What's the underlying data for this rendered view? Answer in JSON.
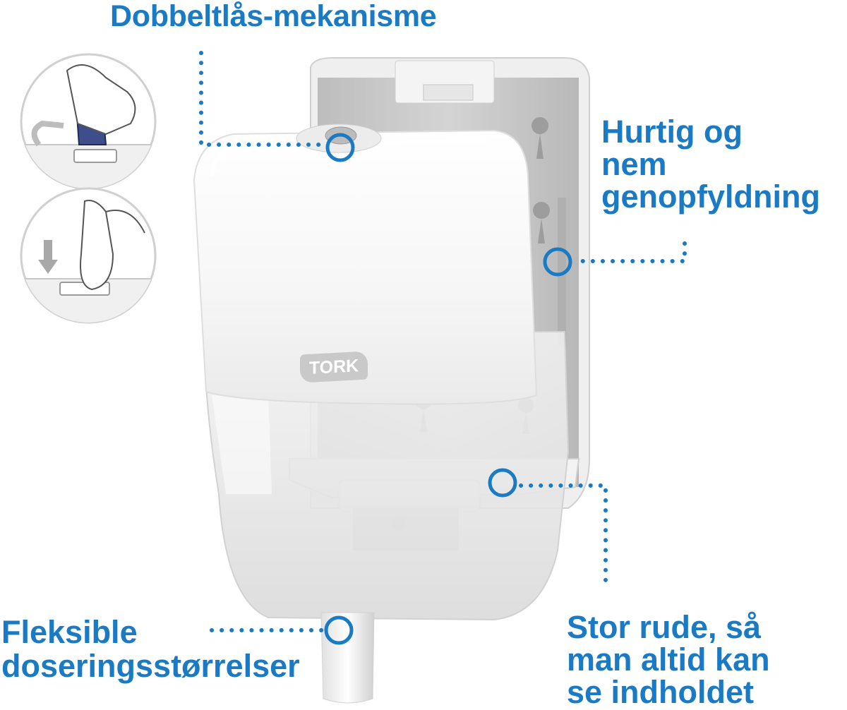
{
  "callouts": {
    "lock": {
      "lines": [
        "Dobbeltlås-mekanisme"
      ]
    },
    "refill": {
      "lines": [
        "Hurtig og",
        "nem",
        "genopfyldning"
      ]
    },
    "dose": {
      "lines": [
        "Fleksible",
        "doseringsstørrelser"
      ]
    },
    "window": {
      "lines": [
        "Stor rude, så",
        "man altid kan",
        "se indholdet"
      ]
    }
  },
  "brand": {
    "logo_text": "TORK"
  },
  "colors": {
    "accent": "#1a7ac4",
    "housing_white": "#f7f7f7",
    "backplate_grey": "#c9c9c9",
    "transparent_window": "#e6e6e6"
  },
  "icons": [
    "key-turn-illustration",
    "push-down-illustration"
  ]
}
